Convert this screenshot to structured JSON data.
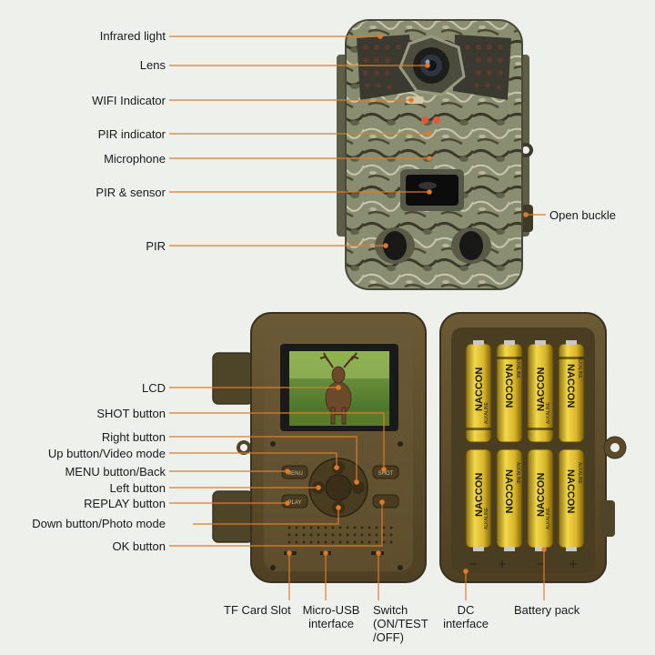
{
  "top_labels": {
    "infrared_light": "Infrared light",
    "lens": "Lens",
    "wifi_indicator": "WIFI Indicator",
    "pir_indicator": "PIR indicator",
    "microphone": "Microphone",
    "pir_sensor": "PIR & sensor",
    "pir": "PIR",
    "open_buckle": "Open buckle"
  },
  "bottom_labels": {
    "lcd": "LCD",
    "shot_button": "SHOT button",
    "right_button": "Right button",
    "up_button": "Up button/Video mode",
    "menu_button": "MENU button/Back",
    "left_button": "Left button",
    "replay_button": "REPLAY button",
    "down_button": "Down button/Photo mode",
    "ok_button": "OK button",
    "tf_card_slot": "TF Card Slot",
    "micro_usb_l1": "Micro-USB",
    "micro_usb_l2": "interface",
    "switch_l1": "Switch",
    "switch_l2": "(ON/TEST",
    "switch_l3": "/OFF)",
    "dc_l1": "DC",
    "dc_l2": "interface",
    "battery_pack": "Battery pack"
  },
  "device_text": {
    "menu_key": "MENU",
    "play_key": "PLAY",
    "shot_key": "SHOT",
    "battery_brand": "NACCON",
    "battery_type": "ALKALINE"
  },
  "colors": {
    "background": "#eef0ec",
    "leader_line": "#e07a2a",
    "case_brown": "#5a4a2a",
    "battery_gold": "#d8b630",
    "lcd_frame": "#f0c040"
  },
  "icons": {
    "camera": "trail-camera-icon"
  }
}
